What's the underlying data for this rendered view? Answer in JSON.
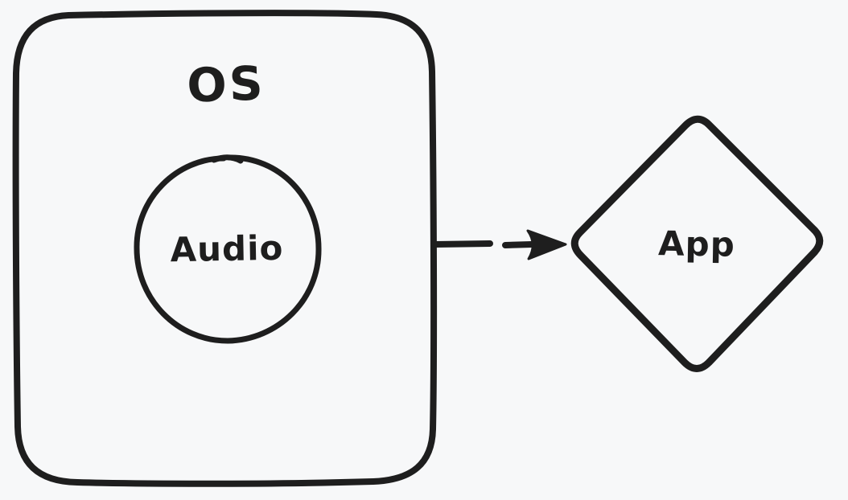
{
  "diagram": {
    "type": "flowchart-sketch",
    "background_color": "#f7f8f9",
    "stroke_color": "#1e1e1e",
    "nodes": [
      {
        "id": "os",
        "shape": "rounded-rectangle",
        "label": "OS"
      },
      {
        "id": "audio",
        "shape": "circle",
        "label": "Audio",
        "parent": "os"
      },
      {
        "id": "app",
        "shape": "diamond",
        "label": "App"
      }
    ],
    "edges": [
      {
        "from": "os",
        "to": "app",
        "style": "dashed",
        "arrowhead": "triangle",
        "direction": "right"
      }
    ]
  }
}
